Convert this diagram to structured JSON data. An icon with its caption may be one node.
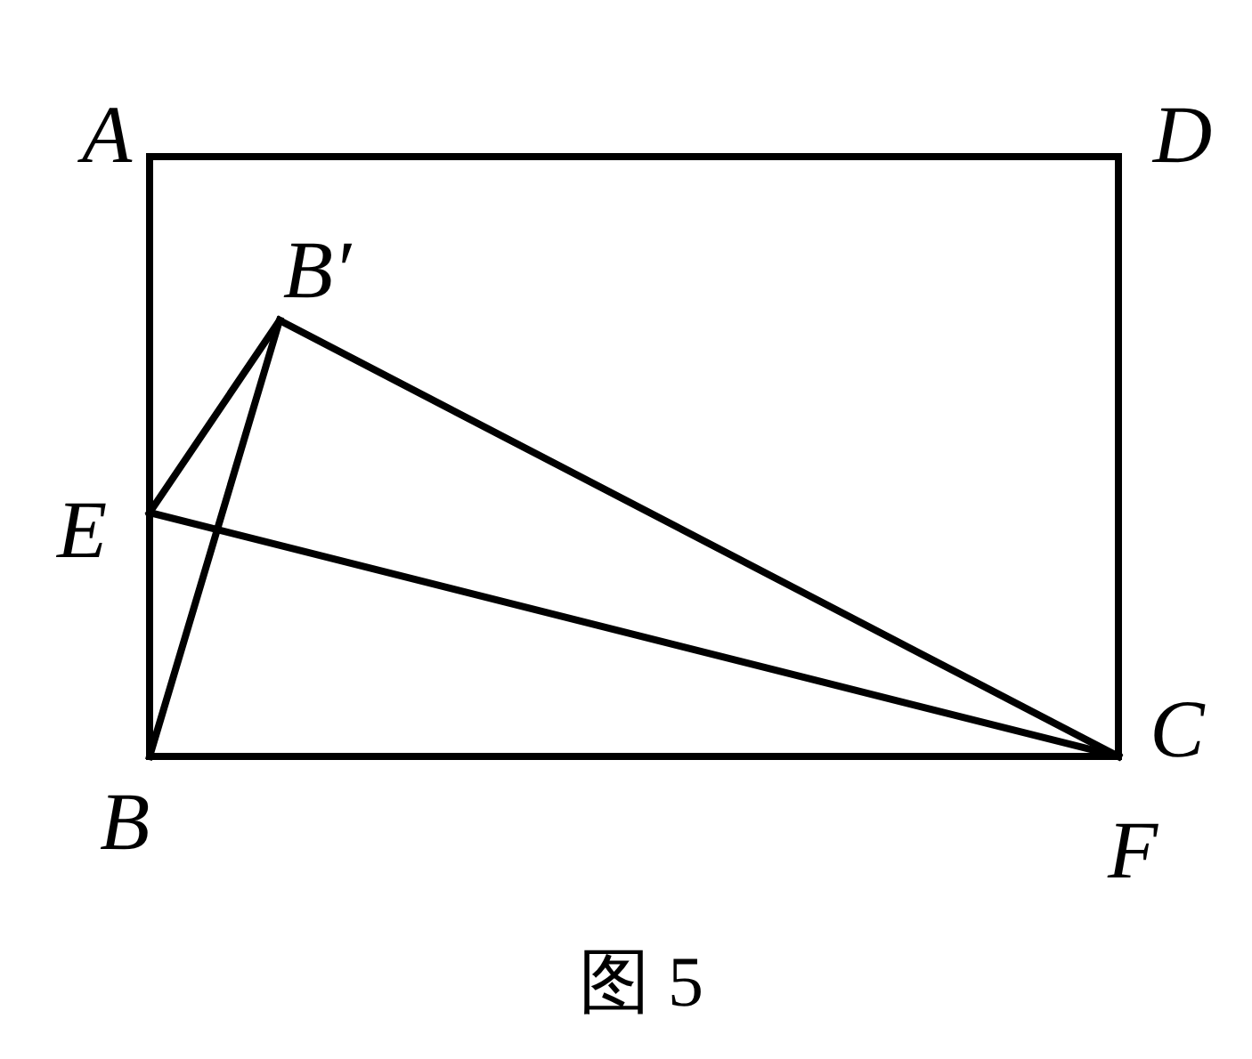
{
  "diagram": {
    "caption": "图 5",
    "labels": [
      "A",
      "D",
      "B′",
      "E",
      "B",
      "C",
      "F"
    ]
  }
}
